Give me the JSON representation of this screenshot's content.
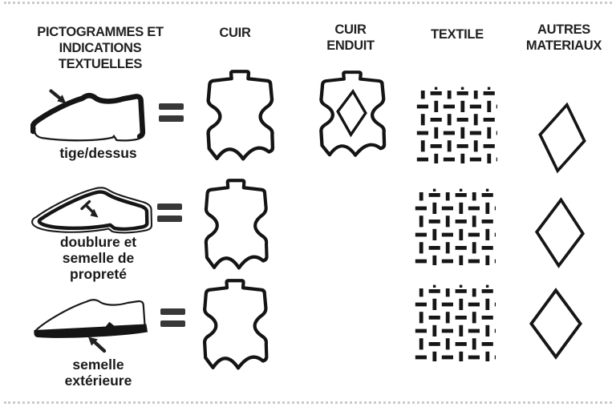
{
  "header": {
    "pictograms": "PICTOGRAMMES ET\nINDICATIONS\nTEXTUELLES",
    "cuir": "CUIR",
    "cuir_enduit": "CUIR\nENDUIT",
    "textile": "TEXTILE",
    "autres": "AUTRES\nMATERIAUX"
  },
  "rows": [
    {
      "label": "tige/dessus",
      "equals": "=",
      "pictograms": [
        "shoe-upper",
        "leather-hide",
        "coated-leather-hide",
        "textile-weave",
        "other-materials-diamond"
      ]
    },
    {
      "label": "doublure et\nsemelle de\npropreté",
      "equals": "=",
      "pictograms": [
        "shoe-lining-insole",
        "leather-hide",
        "textile-weave",
        "other-materials-diamond"
      ]
    },
    {
      "label": "semelle\nextérieure",
      "equals": "=",
      "pictograms": [
        "shoe-outsole",
        "leather-hide",
        "textile-weave",
        "other-materials-diamond"
      ]
    }
  ],
  "colors": {
    "ink": "#1a1a1a",
    "equals_bar": "#383838",
    "background": "#ffffff",
    "edge_dots": "#cacaca"
  }
}
